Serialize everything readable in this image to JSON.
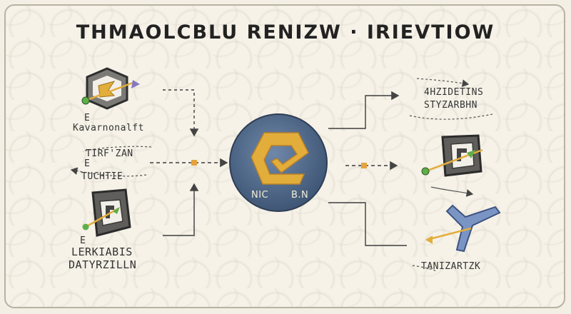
{
  "title": "THMAOLCBLU RENIZW · IRIEVTIOW",
  "center_node": {
    "left_label": "NIC",
    "right_label": "B.N"
  },
  "left_nodes": [
    {
      "caption_1": "E",
      "caption_2": "Kavarnonalft"
    },
    {
      "caption_1": "E",
      "caption_2": "LERKIABIS",
      "caption_3": "DATYRZILLN"
    }
  ],
  "left_note": {
    "line_1": "TIRF'ZAN",
    "line_2": "E",
    "line_3": "TUCHTIE"
  },
  "right_nodes": [
    {
      "caption_1": "4HZIDETINS",
      "caption_2": "STYZARBHN"
    },
    {
      "caption": ""
    },
    {
      "caption": "TANIZARTZK"
    }
  ],
  "colors": {
    "node_blue": "#4e6789",
    "gold": "#e3ad3b",
    "green": "#5fae4a",
    "purple": "#7d6fb6",
    "ink": "#3a3a3a"
  },
  "icons": [
    "hexagon-icon",
    "square-frame-icon",
    "y-shape-icon",
    "arrow-icon"
  ]
}
